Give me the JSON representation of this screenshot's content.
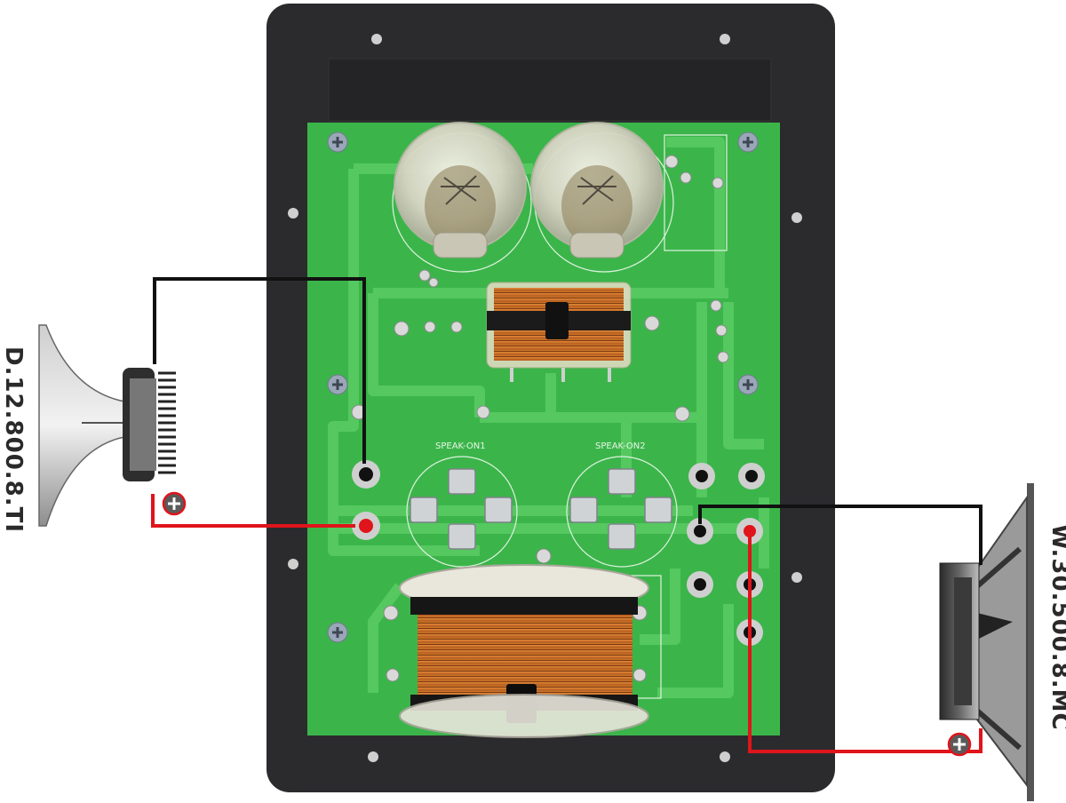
{
  "tweeter": {
    "label": "D.12.800.8.TI",
    "polarity": "+"
  },
  "woofer": {
    "label": "W.30.500.8.MC",
    "polarity": "+"
  },
  "board": {
    "connector_1": "SPEAK-ON1",
    "connector_2": "SPEAK-ON2"
  },
  "colors": {
    "pcb": "#3bb54a",
    "trace": "#54c85f",
    "panel": "#2b2b2e",
    "positive_wire": "#e0141b",
    "negative_wire": "#111111",
    "copper": "#c8702a"
  }
}
